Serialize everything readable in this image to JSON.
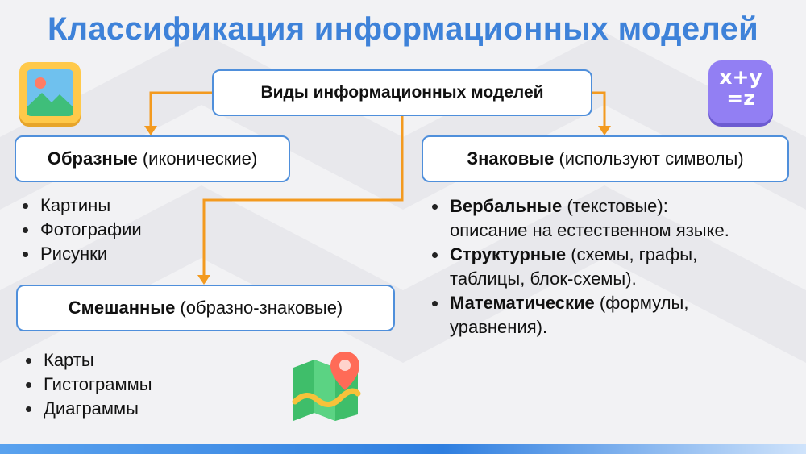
{
  "title": "Классификация информационных моделей",
  "root": {
    "label": "Виды информационных моделей"
  },
  "figurative": {
    "name": "Образные",
    "note": " (иконические)",
    "items": [
      "Картины",
      "Фотографии",
      "Рисунки"
    ]
  },
  "symbolic": {
    "name": "Знаковые",
    "note": " (используют символы)",
    "items": [
      {
        "name": "Вербальные",
        "line1": " (текстовые):",
        "line2": "описание на естественном языке."
      },
      {
        "name": "Структурные",
        "line1": " (схемы, графы,",
        "line2": "таблицы, блок-схемы)."
      },
      {
        "name": "Математические",
        "line1": " (формулы,",
        "line2": "уравнения)."
      }
    ]
  },
  "mixed": {
    "name": "Смешанные",
    "note": " (образно-знаковые)",
    "items": [
      "Карты",
      "Гистограммы",
      "Диаграммы"
    ]
  },
  "icons": {
    "image": "image-picture-icon",
    "formula": "formula-icon",
    "map": "map-pin-icon"
  },
  "formula_icon_text": {
    "line1": "x+y",
    "line2": "=z"
  },
  "colors": {
    "title": "#3e82d9",
    "box_border": "#4f8fdb",
    "connector": "#f39a1f",
    "formula_icon": "#8f7ef0"
  }
}
